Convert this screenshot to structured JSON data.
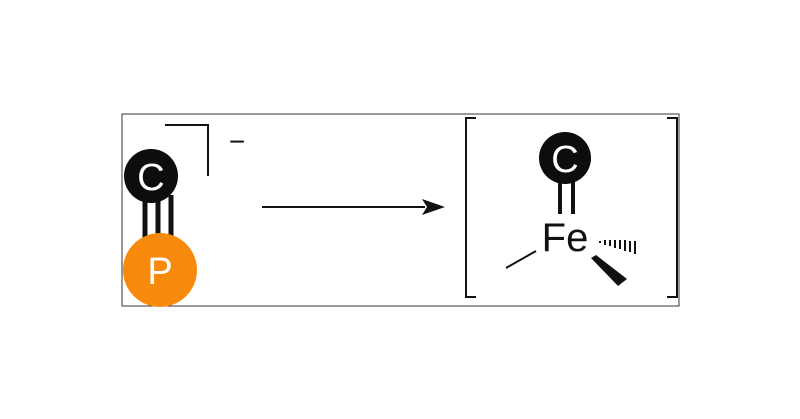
{
  "reactant": {
    "atoms": [
      {
        "label": "C",
        "fill": "#0d0d0d",
        "text_color": "#ffffff"
      },
      {
        "label": "P",
        "fill": "#f7890c",
        "text_color": "#ffffff"
      }
    ],
    "bond": "triple",
    "charge": "−"
  },
  "product": {
    "ligand_atom": {
      "label": "C",
      "fill": "#0d0d0d",
      "text_color": "#ffffff"
    },
    "bond": "double",
    "metal": {
      "label": "Fe",
      "color": "#111111"
    }
  },
  "arrow": {
    "direction": "right",
    "color": "#111111"
  },
  "frame": {
    "color": "#333333"
  }
}
